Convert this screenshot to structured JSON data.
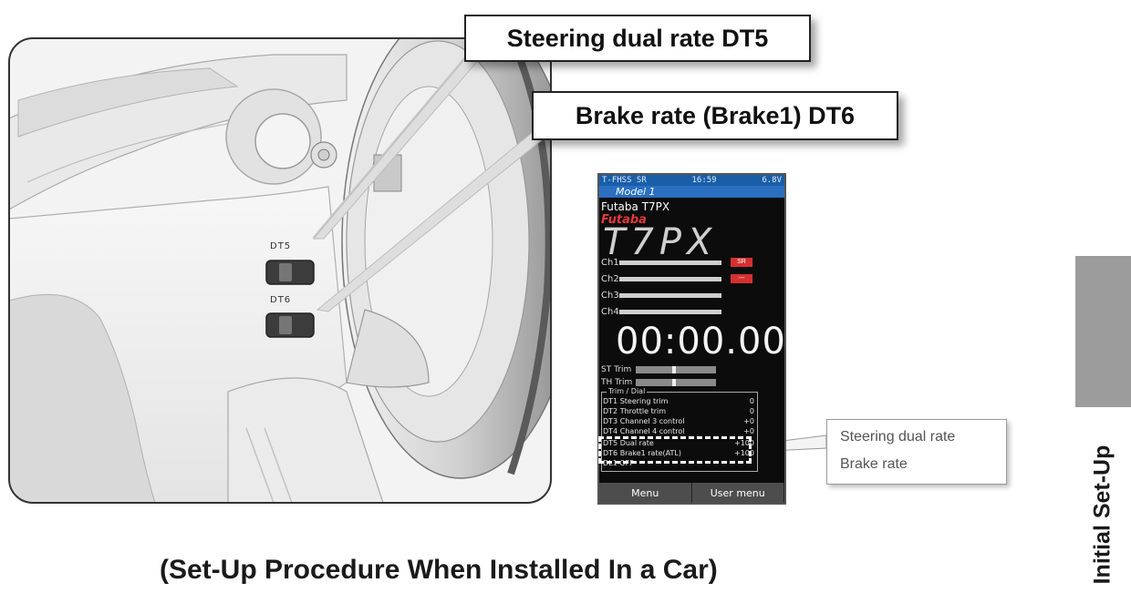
{
  "callouts": {
    "steering": "Steering dual rate DT5",
    "brake": "Brake rate (Brake1) DT6"
  },
  "transmitter": {
    "dt5_label": "DT5",
    "dt6_label": "DT6"
  },
  "screen": {
    "status_left": "T-FHSS SR",
    "status_time": "16:59",
    "status_batt": "6.8V",
    "model": "Model 1",
    "name": "Futaba T7PX",
    "brand": "Futaba",
    "logo": "T7PX",
    "channels": [
      {
        "label": "Ch1",
        "badge": "SR"
      },
      {
        "label": "Ch2",
        "badge": "---"
      },
      {
        "label": "Ch3",
        "badge": ""
      },
      {
        "label": "Ch4",
        "badge": ""
      }
    ],
    "timer": "00:00.00",
    "st_trim": "ST Trim",
    "th_trim": "TH Trim",
    "trim_dial_title": "Trim / Dial",
    "trim_dial_rows": [
      {
        "code": "DT1",
        "name": "Steering trim",
        "value": "0"
      },
      {
        "code": "DT2",
        "name": "Throttle trim",
        "value": "0"
      },
      {
        "code": "DT3",
        "name": "Channel 3 control",
        "value": "+0"
      },
      {
        "code": "DT4",
        "name": "Channel 4 control",
        "value": "+0"
      },
      {
        "code": "DT5",
        "name": "Dual rate",
        "value": "+100"
      },
      {
        "code": "DT6",
        "name": "Brake1 rate(ATL)",
        "value": "+100"
      },
      {
        "code": "DL1",
        "name": "OFF",
        "value": ""
      }
    ],
    "menu_button": "Menu",
    "user_menu_button": "User menu"
  },
  "side_labels": {
    "steering": "Steering dual rate",
    "brake": "Brake rate"
  },
  "section_tab": "Initial Set-Up",
  "caption": "(Set-Up Procedure When Installed In a Car)",
  "colors": {
    "screen_bg": "#0c0c0c",
    "status_blue": "#1a5ea8",
    "brand_red": "#e23a3a",
    "tab_grey": "#9c9c9c"
  }
}
